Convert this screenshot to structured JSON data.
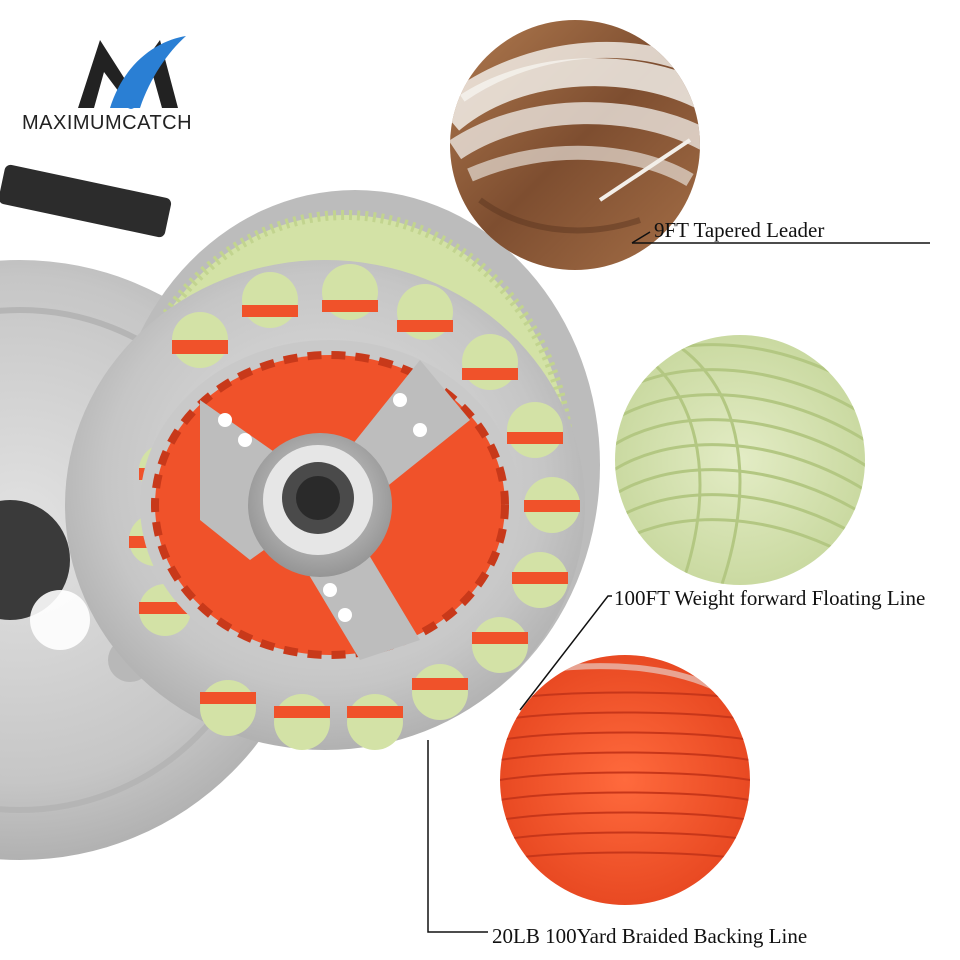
{
  "brand": {
    "name": "MAXIMUMCATCH",
    "logo_icon": "m-swoosh-logo",
    "logo_color_dark": "#222222",
    "logo_color_accent": "#2a7fd4"
  },
  "callouts": {
    "leader": "9FT Tapered Leader",
    "floating_line": "100FT Weight forward Floating Line",
    "backing_line": "20LB 100Yard Braided Backing Line"
  },
  "colors": {
    "reel_silver": "#c9c9c9",
    "floating_line_green": "#d3e2a6",
    "backing_orange": "#f0522a",
    "leader_clear": "#e9e4de",
    "wood": "#8a5a3a"
  }
}
